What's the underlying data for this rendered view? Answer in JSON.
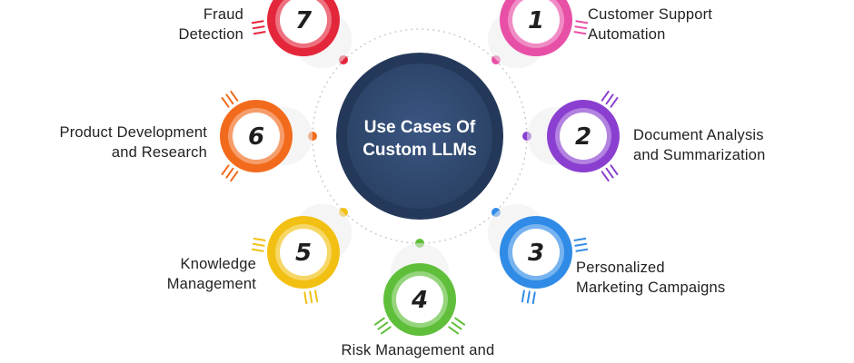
{
  "center": {
    "line1": "Use Cases Of",
    "line2": "Custom LLMs",
    "color": "#2b4265"
  },
  "items": [
    {
      "number": "1",
      "line1": "Customer Support",
      "line2": "Automation",
      "color": "#e84fa6",
      "icon": "number-badge-1"
    },
    {
      "number": "2",
      "line1": "Document Analysis",
      "line2": "and Summarization",
      "color": "#8a3fd1",
      "icon": "number-badge-2"
    },
    {
      "number": "3",
      "line1": "Personalized",
      "line2": "Marketing Campaigns",
      "color": "#2f8be6",
      "icon": "number-badge-3"
    },
    {
      "number": "4",
      "line1": "Risk Management and",
      "line2": "",
      "color": "#5fbf3a",
      "icon": "number-badge-4"
    },
    {
      "number": "5",
      "line1": "Knowledge",
      "line2": "Management",
      "color": "#f2c013",
      "icon": "number-badge-5"
    },
    {
      "number": "6",
      "line1": "Product Development",
      "line2": "and Research",
      "color": "#f26b1d",
      "icon": "number-badge-6"
    },
    {
      "number": "7",
      "line1": "Fraud",
      "line2": "Detection",
      "color": "#e4263b",
      "icon": "number-badge-7"
    }
  ]
}
